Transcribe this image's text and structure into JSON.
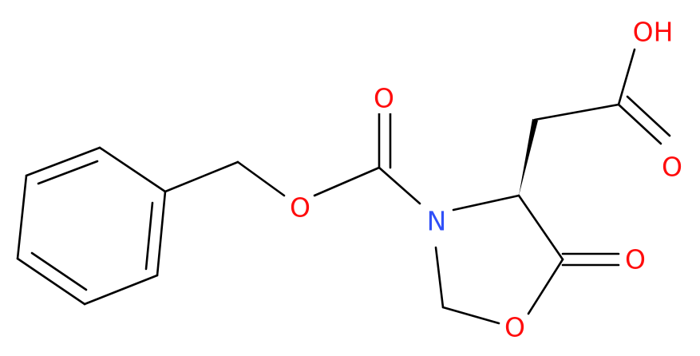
{
  "colors": {
    "background": "#ffffff",
    "bond": "#000000",
    "oxygen": "#ff0d0d",
    "nitrogen": "#3050f8"
  },
  "atoms": {
    "hydroxyl": "OH",
    "carboxyl_o": "O",
    "carbamate_o": "O",
    "ester_o": "O",
    "ring_n": "N",
    "lactone_carbonyl_o": "O",
    "ring_o": "O"
  }
}
